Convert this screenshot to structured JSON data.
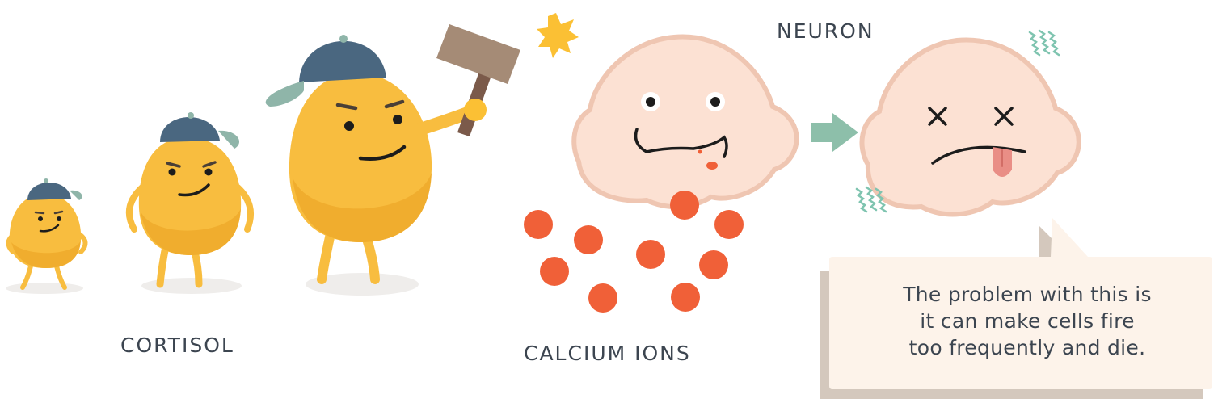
{
  "labels": {
    "cortisol": "CORTISOL",
    "calcium_ions": "CALCIUM IONS",
    "neuron": "NEURON"
  },
  "speech_bubble": {
    "line1": "The problem with this is",
    "line2": "it can make cells fire",
    "line3": "too frequently and die."
  },
  "colors": {
    "cortisol_body": "#f8bd3f",
    "cap": "#4a6780",
    "cap_brim": "#8fb5a9",
    "neuron_fill": "#fce1d3",
    "neuron_outline": "#efc6b2",
    "calcium_ion": "#f06038",
    "arrow": "#8dbfaa",
    "hammer_head": "#a58b76",
    "hammer_handle": "#7b5a4a",
    "spark": "#fbc034",
    "bubble": "#fdf3ea",
    "bubble_shadow": "#d4c8bd",
    "text": "#3c4550"
  },
  "icons": [
    "cortisol-character",
    "cap-icon",
    "hammer-icon",
    "spark-icon",
    "neuron-character",
    "calcium-ion",
    "arrow-icon",
    "shake-lines-icon",
    "speech-bubble"
  ]
}
